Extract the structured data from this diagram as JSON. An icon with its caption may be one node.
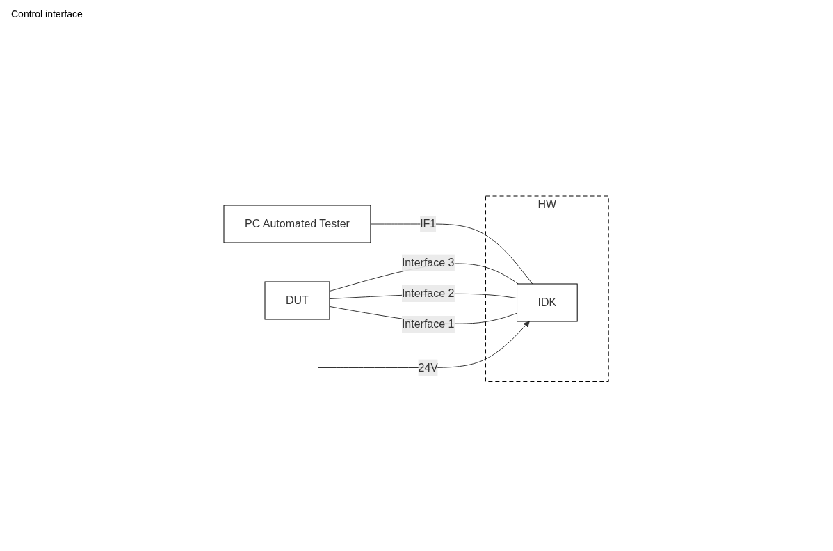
{
  "diagram": {
    "nodes": [
      {
        "text": [
          "PC Automated Tester"
        ]
      },
      {
        "text": [
          "HW"
        ]
      },
      {
        "text": [
          "IDK"
        ],
        "in": 1
      },
      {
        "text": [
          "DUT"
        ]
      }
    ],
    "edges": [
      {
        "from": 0,
        "to": 2,
        "arrow": "none",
        "label": "IF1"
      },
      {
        "from": 3,
        "to": 2,
        "arrow": "none",
        "label": "Interface 3"
      },
      {
        "from": 3,
        "to": 2,
        "arrow": "none",
        "label": "Interface 2"
      },
      {
        "from": 3,
        "to": 2,
        "arrow": "none",
        "label": "Interface 1"
      },
      {
        "from": null,
        "to": 2,
        "arrow": "to",
        "label": "24V"
      }
    ],
    "labels": [
      "Control interface"
    ]
  }
}
